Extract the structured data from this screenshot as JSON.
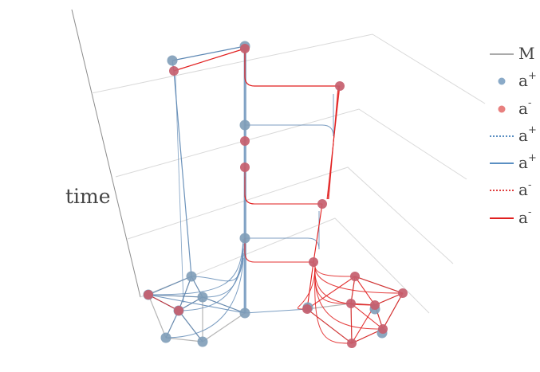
{
  "axis": {
    "time_label": "time"
  },
  "legend": [
    {
      "id": "M",
      "base": "M",
      "sup": "",
      "symbol": "line",
      "color": "#aaaaaa",
      "dash": "solid"
    },
    {
      "id": "a-plus-node",
      "base": "a",
      "sup": "+",
      "symbol": "dot",
      "color": "#8aaac8",
      "dash": "solid"
    },
    {
      "id": "a-minus-node",
      "base": "a",
      "sup": "-",
      "symbol": "dot",
      "color": "#e8807f",
      "dash": "solid"
    },
    {
      "id": "a-plus-dotted",
      "base": "a",
      "sup": "+",
      "symbol": "line",
      "color": "#5a8fc2",
      "dash": "dotted"
    },
    {
      "id": "a-plus-solid",
      "base": "a",
      "sup": "+",
      "symbol": "line",
      "color": "#5a8fc2",
      "dash": "solid"
    },
    {
      "id": "a-minus-dotted",
      "base": "a",
      "sup": "-",
      "symbol": "line",
      "color": "#e04040",
      "dash": "dotted"
    },
    {
      "id": "a-minus-solid",
      "base": "a",
      "sup": "-",
      "symbol": "line",
      "color": "#e02020",
      "dash": "solid"
    }
  ],
  "colors": {
    "blue_node": "#7f9db8",
    "red_node": "#c65e6e",
    "blue_line": "#5b86b3",
    "red_line": "#e11d1d",
    "gray_line": "#b5b5b5",
    "grid": "#d9d9d9",
    "axis": "#8c8c8c"
  }
}
